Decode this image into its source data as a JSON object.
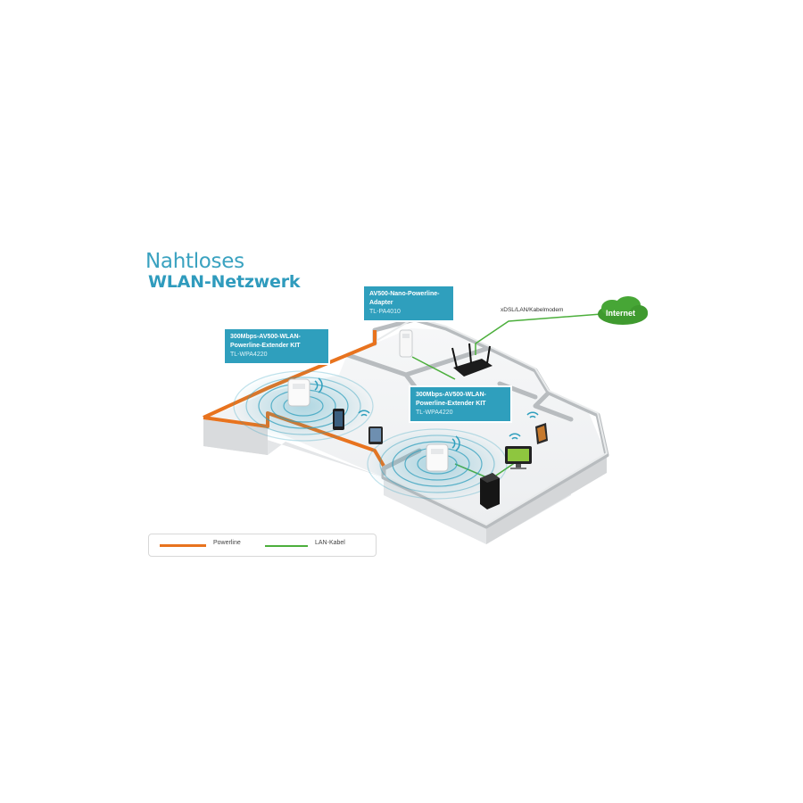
{
  "title": {
    "line1": "Nahtloses",
    "line2": "WLAN-Netzwerk"
  },
  "callouts": {
    "nano_adapter": {
      "name": "AV500-Nano-Powerline-Adapter",
      "model": "TL-PA4010"
    },
    "extender_left": {
      "name": "300Mbps-AV500-WLAN-Powerline-Extender KIT",
      "model": "TL-WPA4220"
    },
    "extender_right": {
      "name": "300Mbps-AV500-WLAN-Powerline-Extender KIT",
      "model": "TL-WPA4220"
    }
  },
  "modem_label": "xDSL/LAN/Kabelmodem",
  "internet_label": "Internet",
  "legend": {
    "powerline": {
      "label": "Powerline",
      "color": "#e8731e"
    },
    "lan": {
      "label": "LAN-Kabel",
      "color": "#4caf3c"
    }
  },
  "colors": {
    "accent": "#2f9fbd",
    "powerline": "#e8731e",
    "lan": "#4caf3c",
    "wall": "#b8bcbf",
    "internet_cloud": "#3f9a2f"
  },
  "icons": [
    "powerline-adapter-icon",
    "router-icon",
    "smartphone-icon",
    "tablet-icon",
    "pc-tower-icon",
    "monitor-icon",
    "internet-cloud-icon",
    "wifi-signal-icon"
  ]
}
